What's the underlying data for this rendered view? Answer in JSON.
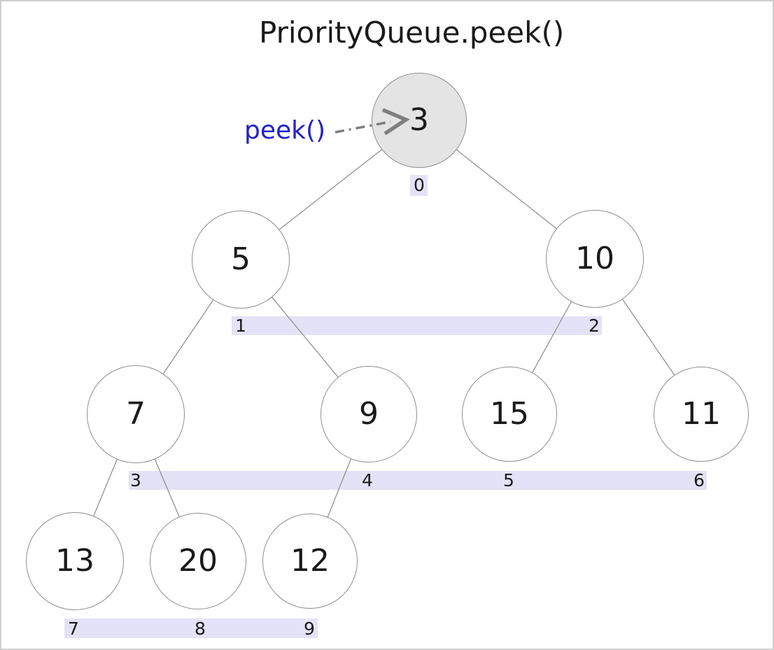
{
  "title": "PriorityQueue.peek()",
  "annotation": {
    "label": "peek()",
    "target_value": "3"
  },
  "colors": {
    "peek_blue": "#2121cd",
    "index_bg": "#e4e2f6",
    "root_fill": "#e4e4e4",
    "node_fill": "#ffffff",
    "node_border": "#8f8f8f",
    "edge": "#8a8a8a",
    "arrow": "#7f7f7f",
    "text": "#1a1a1a"
  },
  "tree": {
    "description": "binary min-heap shown as tree with array indices highlighted below each level",
    "nodes": [
      {
        "value": "3",
        "index": "0",
        "highlighted": true
      },
      {
        "value": "5",
        "index": "1",
        "highlighted": false
      },
      {
        "value": "10",
        "index": "2",
        "highlighted": false
      },
      {
        "value": "7",
        "index": "3",
        "highlighted": false
      },
      {
        "value": "9",
        "index": "4",
        "highlighted": false
      },
      {
        "value": "15",
        "index": "5",
        "highlighted": false
      },
      {
        "value": "11",
        "index": "6",
        "highlighted": false
      },
      {
        "value": "13",
        "index": "7",
        "highlighted": false
      },
      {
        "value": "20",
        "index": "8",
        "highlighted": false
      },
      {
        "value": "12",
        "index": "9",
        "highlighted": false
      }
    ],
    "edges": [
      [
        "0",
        "1"
      ],
      [
        "0",
        "2"
      ],
      [
        "1",
        "3"
      ],
      [
        "1",
        "4"
      ],
      [
        "2",
        "5"
      ],
      [
        "2",
        "6"
      ],
      [
        "3",
        "7"
      ],
      [
        "3",
        "8"
      ],
      [
        "4",
        "9"
      ]
    ]
  }
}
